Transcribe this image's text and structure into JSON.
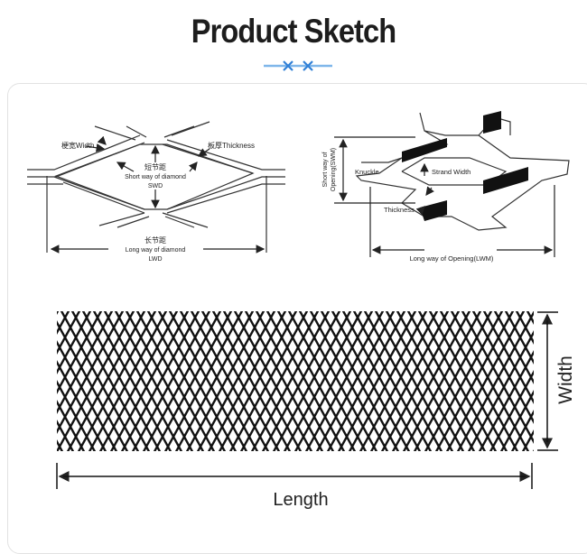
{
  "header": {
    "title": "Product Sketch",
    "divider_icon": "double-cross-ornament",
    "accent_color": "#3b8de0"
  },
  "diamond_diagram": {
    "width_label": "梗宽Width",
    "thickness_label": "板厚Thickness",
    "swd_cn": "短节距",
    "swd_en": "Short way of diamond",
    "swd_abbr": "SWD",
    "lwd_cn": "长节距",
    "lwd_en": "Long way of diamond",
    "lwd_abbr": "LWD"
  },
  "opening_diagram": {
    "swm_line1": "Short way of",
    "swm_line2": "Opening(SWM)",
    "knuckle": "Knuckle",
    "strand_width": "Strand Width",
    "thickness": "Thickness",
    "lwm": "Long way of Opening(LWM)"
  },
  "sheet_diagram": {
    "width_label": "Width",
    "length_label": "Length"
  }
}
